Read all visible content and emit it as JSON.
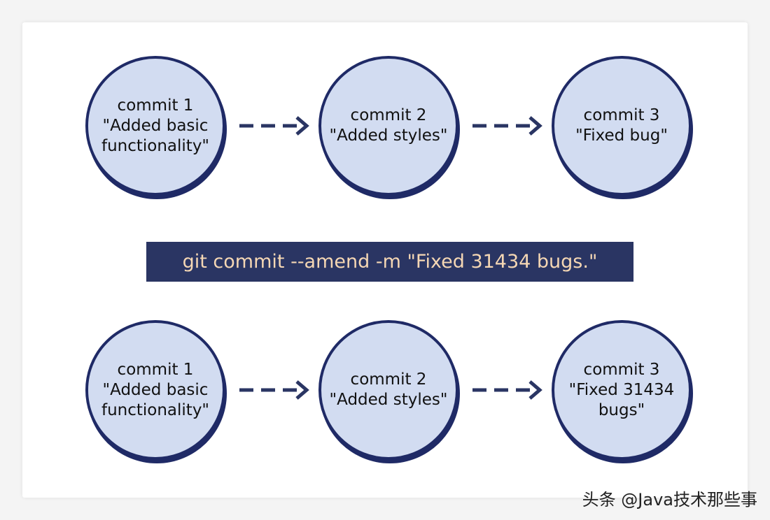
{
  "before": {
    "commits": [
      {
        "line1": "commit 1",
        "message": "\"Added basic functionality\""
      },
      {
        "line1": "commit 2",
        "message": "\"Added styles\""
      },
      {
        "line1": "commit 3",
        "message": "\"Fixed bug\""
      }
    ]
  },
  "command": {
    "text": "git commit --amend -m \"Fixed 31434 bugs.\""
  },
  "after": {
    "commits": [
      {
        "line1": "commit 1",
        "message": "\"Added basic functionality\""
      },
      {
        "line1": "commit 2",
        "message": "\"Added styles\""
      },
      {
        "line1": "commit 3",
        "message": "\"Fixed 31434 bugs\""
      }
    ]
  },
  "watermark": {
    "text": "头条 @Java技术那些事"
  },
  "colors": {
    "node_fill": "#d2dcf1",
    "node_stroke": "#1f2a66",
    "arrow": "#2a3563",
    "command_bg": "#2a3563",
    "command_text": "#f5d7b4"
  }
}
